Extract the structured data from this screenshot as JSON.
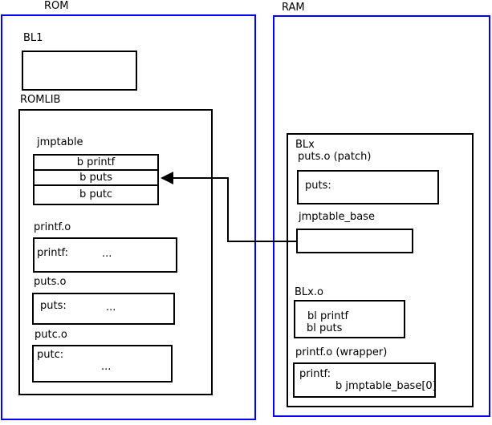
{
  "rom": {
    "title": "ROM",
    "bl1": {
      "label": "BL1"
    },
    "romlib": {
      "label": "ROMLIB"
    },
    "jmptable": {
      "label": "jmptable",
      "rows": [
        "b printf",
        "b puts",
        "b putc"
      ]
    },
    "printf_o": {
      "label": "printf.o",
      "symbol": "printf:",
      "body": "..."
    },
    "puts_o": {
      "label": "puts.o",
      "symbol": "puts:",
      "body": "..."
    },
    "putc_o": {
      "label": "putc.o",
      "symbol": "putc:",
      "body": "..."
    }
  },
  "ram": {
    "title": "RAM",
    "blx": {
      "label": "BLx"
    },
    "puts_patch": {
      "label": "puts.o (patch)",
      "symbol": "puts:"
    },
    "jmptable_base": {
      "label": "jmptable_base"
    },
    "blx_o": {
      "label": "BLx.o",
      "lines": [
        "bl printf",
        "bl puts"
      ]
    },
    "printf_wrapper": {
      "label": "printf.o (wrapper)",
      "symbol": "printf:",
      "body": "b jmptable_base[0]"
    }
  },
  "arrow": {
    "from": "jmptable_base",
    "to": "b puts"
  },
  "colors": {
    "frame_border": "#0000ff",
    "box_border": "#000000",
    "text": "#000000",
    "background": "#ffffff"
  }
}
